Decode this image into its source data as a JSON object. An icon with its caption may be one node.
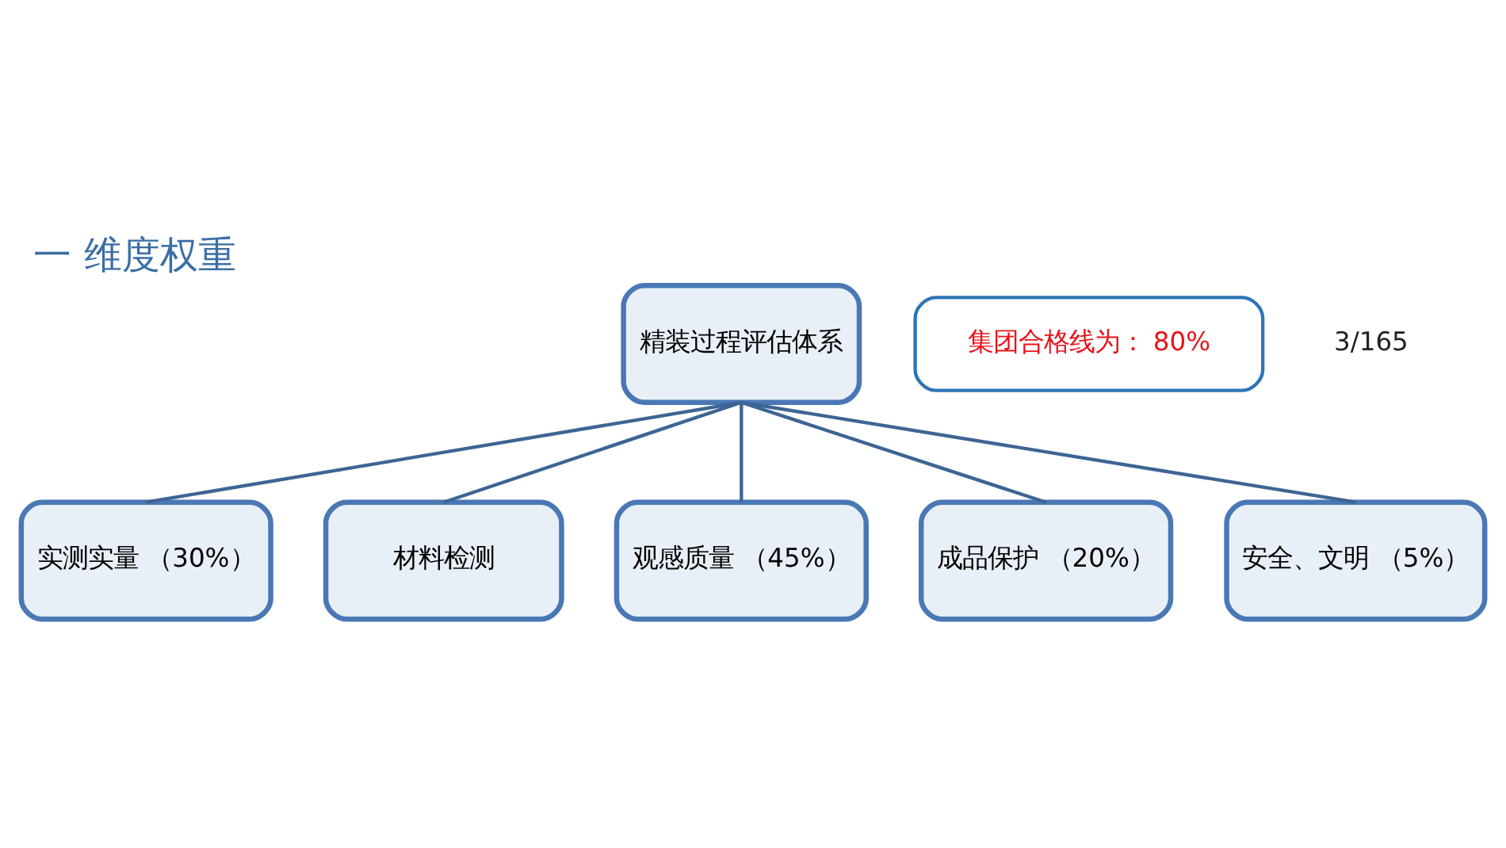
{
  "diagram": {
    "title": "一 维度权重",
    "nodes": [
      {
        "text": [
          "精装过程评估体系"
        ]
      },
      {
        "text": [
          "集团合格线为： 80%"
        ]
      },
      {
        "text": [
          "实测实量 （30%）"
        ]
      },
      {
        "text": [
          "材料检测"
        ]
      },
      {
        "text": [
          "观感质量 （45%）"
        ]
      },
      {
        "text": [
          "成品保护 （20%）"
        ]
      },
      {
        "text": [
          "安全、文明 （5%）"
        ]
      }
    ],
    "edges": [
      {
        "from": 0,
        "to": 2,
        "arrow": "none"
      },
      {
        "from": 0,
        "to": 3,
        "arrow": "none"
      },
      {
        "from": 0,
        "to": 4,
        "arrow": "none"
      },
      {
        "from": 0,
        "to": 5,
        "arrow": "none"
      },
      {
        "from": 0,
        "to": 6,
        "arrow": "none"
      }
    ],
    "labels": [
      "3/165"
    ]
  }
}
